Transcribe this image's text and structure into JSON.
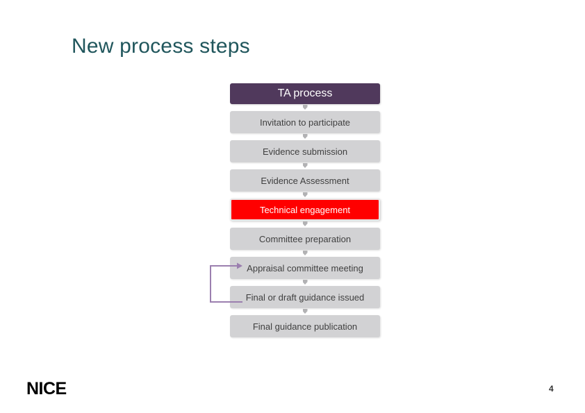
{
  "slide": {
    "title": "New process steps",
    "title_color": "#20565C",
    "background": "#ffffff"
  },
  "flow": {
    "header": {
      "label": "TA process",
      "background": "#50395C",
      "text_color": "#FFFFFF"
    },
    "connector_icon": "chevron-down-icon",
    "default_box_color": "#D2D2D4",
    "default_text_color": "#3F3F3F",
    "highlight_color": "#FF0000",
    "highlight_text_color": "#FFFFFF",
    "steps": [
      {
        "label": "Invitation to participate",
        "highlighted": false
      },
      {
        "label": "Evidence submission",
        "highlighted": false
      },
      {
        "label": "Evidence Assessment",
        "highlighted": false
      },
      {
        "label": "Technical engagement",
        "highlighted": true
      },
      {
        "label": "Committee preparation",
        "highlighted": false
      },
      {
        "label": "Appraisal committee meeting",
        "highlighted": false
      },
      {
        "label": "Final or draft guidance issued",
        "highlighted": false
      },
      {
        "label": "Final guidance publication",
        "highlighted": false
      }
    ]
  },
  "feedback_arrow": {
    "name": "feedback-loop-arrow",
    "color": "#9B7FAF",
    "from_step": "Final or draft guidance issued",
    "to_step": "Appraisal committee meeting"
  },
  "footer": {
    "logo_text": "NICE",
    "page_number": "4"
  }
}
